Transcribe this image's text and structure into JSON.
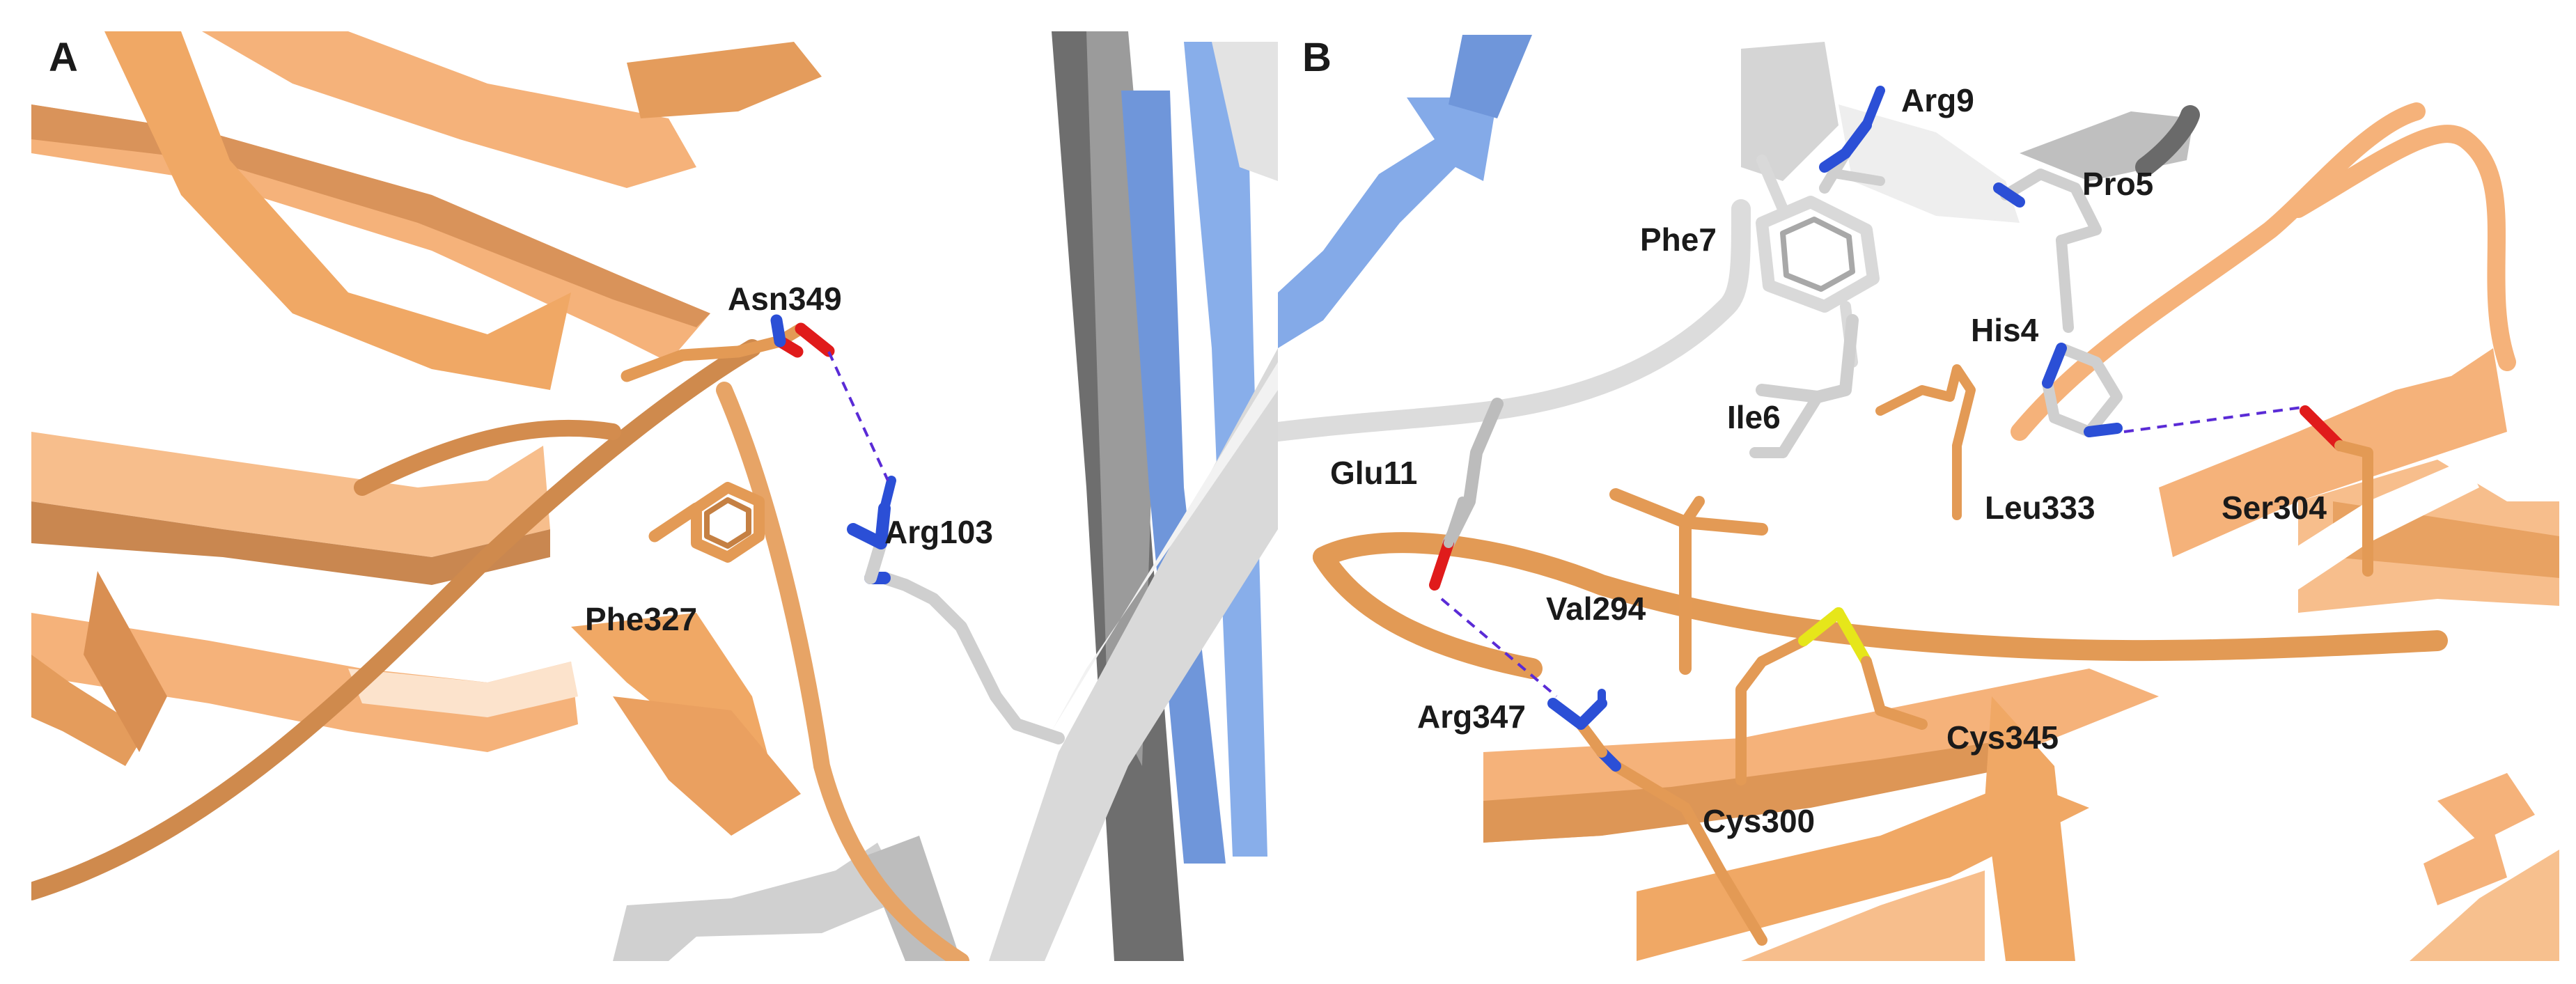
{
  "panels": {
    "a": {
      "letter": "A",
      "residues": {
        "asn349": "Asn349",
        "arg103": "Arg103",
        "phe327": "Phe327"
      }
    },
    "b": {
      "letter": "B",
      "residues": {
        "arg9": "Arg9",
        "pro5": "Pro5",
        "phe7": "Phe7",
        "his4": "His4",
        "ile6": "Ile6",
        "glu11": "Glu11",
        "leu333": "Leu333",
        "ser304": "Ser304",
        "val294": "Val294",
        "arg347": "Arg347",
        "cys345": "Cys345",
        "cys300": "Cys300"
      }
    }
  },
  "colors": {
    "receptor_ribbon": "#f5b27a",
    "receptor_ribbon_shadow": "#b97a45",
    "ligand_ribbon": "#d9d9d9",
    "ligand_ribbon_shadow": "#8a8a8a",
    "partner_ribbon": "#7fa7e6",
    "receptor_sticks": "#e39a55",
    "ligand_sticks": "#cfcfcf",
    "nitrogen": "#2b4fd6",
    "oxygen": "#e01b1b",
    "sulfur": "#e6e61a",
    "hbond": "#5a2bd6"
  }
}
